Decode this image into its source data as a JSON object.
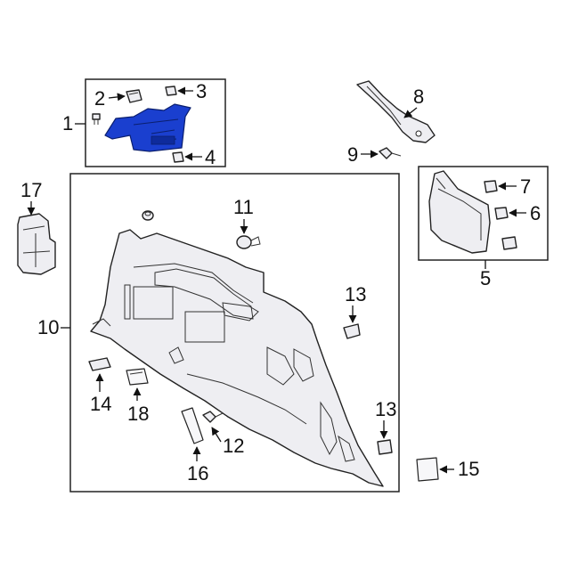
{
  "callouts": {
    "c1": "1",
    "c2": "2",
    "c3": "3",
    "c4": "4",
    "c5": "5",
    "c6": "6",
    "c7": "7",
    "c8": "8",
    "c9": "9",
    "c10": "10",
    "c11": "11",
    "c12": "12",
    "c13a": "13",
    "c13b": "13",
    "c14": "14",
    "c15": "15",
    "c16": "16",
    "c17": "17",
    "c18": "18"
  },
  "colors": {
    "highlight_part": "#1a3fcf",
    "line_art": "#222222",
    "background": "#ffffff"
  }
}
